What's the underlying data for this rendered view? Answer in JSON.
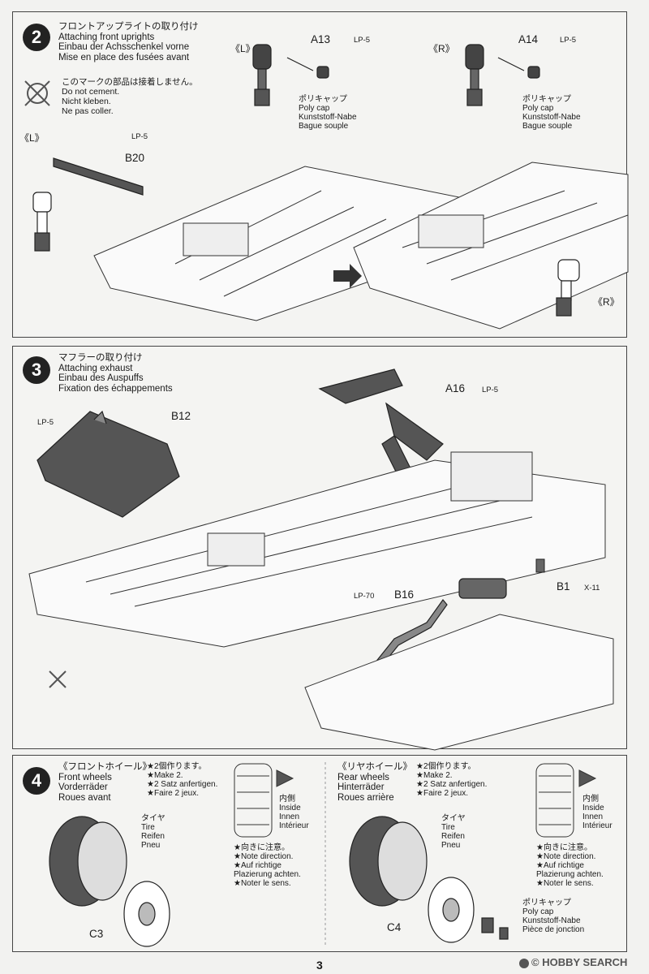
{
  "step2": {
    "number": "2",
    "title_jp": "フロントアップライトの取り付け",
    "title_en": "Attaching front uprights",
    "title_de": "Einbau der Achsschenkel vorne",
    "title_fr": "Mise en place des fusées avant",
    "note_jp": "このマークの部品は接着しません。",
    "note_en": "Do not cement.",
    "note_de": "Nicht kleben.",
    "note_fr": "Ne pas coller.",
    "left_tag": "《L》",
    "right_tag": "《R》",
    "part_a13": "A13",
    "part_a14": "A14",
    "part_b20": "B20",
    "lp5": "LP-5",
    "polycap_jp": "ポリキャップ",
    "polycap_en": "Poly cap",
    "polycap_de": "Kunststoff-Nabe",
    "polycap_fr": "Bague souple"
  },
  "step3": {
    "number": "3",
    "title_jp": "マフラーの取り付け",
    "title_en": "Attaching exhaust",
    "title_de": "Einbau des Auspuffs",
    "title_fr": "Fixation des échappements",
    "part_a16": "A16",
    "part_b12": "B12",
    "part_b16": "B16",
    "part_b1": "B1",
    "lp5": "LP-5",
    "lp70": "LP-70",
    "x11": "X-11"
  },
  "step4": {
    "number": "4",
    "front_jp": "《フロントホイール》",
    "front_en": "Front wheels",
    "front_de": "Vorderräder",
    "front_fr": "Roues avant",
    "rear_jp": "《リヤホイール》",
    "rear_en": "Rear wheels",
    "rear_de": "Hinterräder",
    "rear_fr": "Roues arrière",
    "make2_jp": "★2個作ります。",
    "make2_en": "★Make 2.",
    "make2_de": "★2 Satz anfertigen.",
    "make2_fr": "★Faire 2 jeux.",
    "inside_jp": "内側",
    "inside_en": "Inside",
    "inside_de": "Innen",
    "inside_fr": "Intérieur",
    "dir_jp": "★向きに注意。",
    "dir_en": "★Note direction.",
    "dir_de1": "★Auf richtige",
    "dir_de2": "Plazierung achten.",
    "dir_fr": "★Noter le sens.",
    "tire_jp": "タイヤ",
    "tire_en": "Tire",
    "tire_de": "Reifen",
    "tire_fr": "Pneu",
    "part_c3": "C3",
    "part_c4": "C4",
    "polycap_jp": "ポリキャップ",
    "polycap_en": "Poly cap",
    "polycap_de": "Kunststoff-Nabe",
    "polycap_fr": "Pièce de jonction"
  },
  "footer": {
    "page_number": "3",
    "watermark": "HOBBY SEARCH",
    "watermark_suffix": "©"
  }
}
